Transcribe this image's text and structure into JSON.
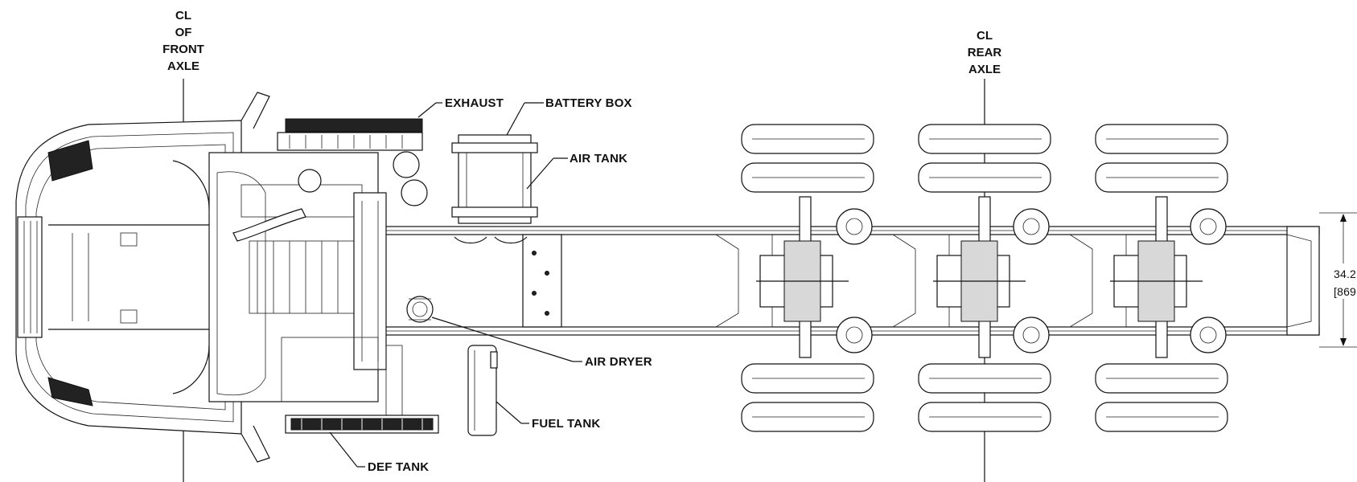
{
  "labels": {
    "front_axle": [
      "CL",
      "OF",
      "FRONT",
      "AXLE"
    ],
    "rear_axle": [
      "CL",
      "REAR",
      "AXLE"
    ],
    "exhaust": "EXHAUST",
    "battery_box": "BATTERY BOX",
    "air_tank": "AIR TANK",
    "air_dryer": "AIR DRYER",
    "fuel_tank": "FUEL TANK",
    "def_tank": "DEF TANK"
  },
  "dimension": {
    "value": "34.2",
    "metric": "[869"
  }
}
